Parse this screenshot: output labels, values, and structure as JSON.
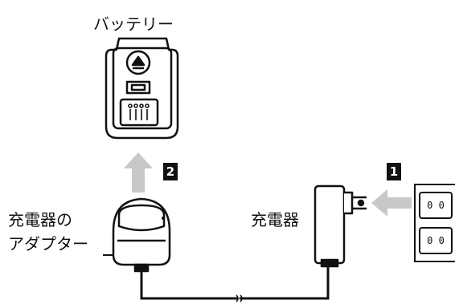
{
  "labels": {
    "battery": "バッテリー",
    "charger": "充電器",
    "adapter_line1": "充電器の",
    "adapter_line2": "アダプター"
  },
  "steps": {
    "step1": "1",
    "step2": "2"
  },
  "outlet": {
    "socket_top": "0 0",
    "socket_bottom": "0 0"
  }
}
